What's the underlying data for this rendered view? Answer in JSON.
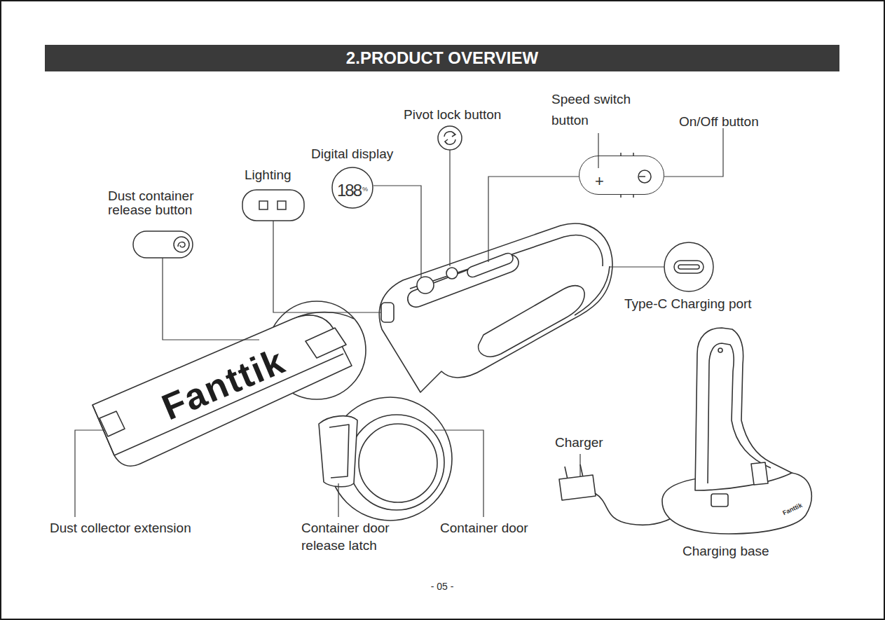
{
  "diagram": {
    "title": "2.PRODUCT OVERVIEW",
    "nodes": [
      {
        "text": [
          "188",
          "%"
        ]
      },
      {
        "text": [
          "+"
        ]
      }
    ],
    "labels": [
      "Pivot lock button",
      "Speed switch button",
      "On/Off button",
      "Digital display",
      "Lighting",
      "Dust container release button",
      "Type-C Charging port",
      "Fanttik",
      "Dust collector extension",
      "Container door release latch",
      "Container door",
      "Charger",
      "Charging base",
      "Fanttik",
      "- 05 -"
    ]
  }
}
